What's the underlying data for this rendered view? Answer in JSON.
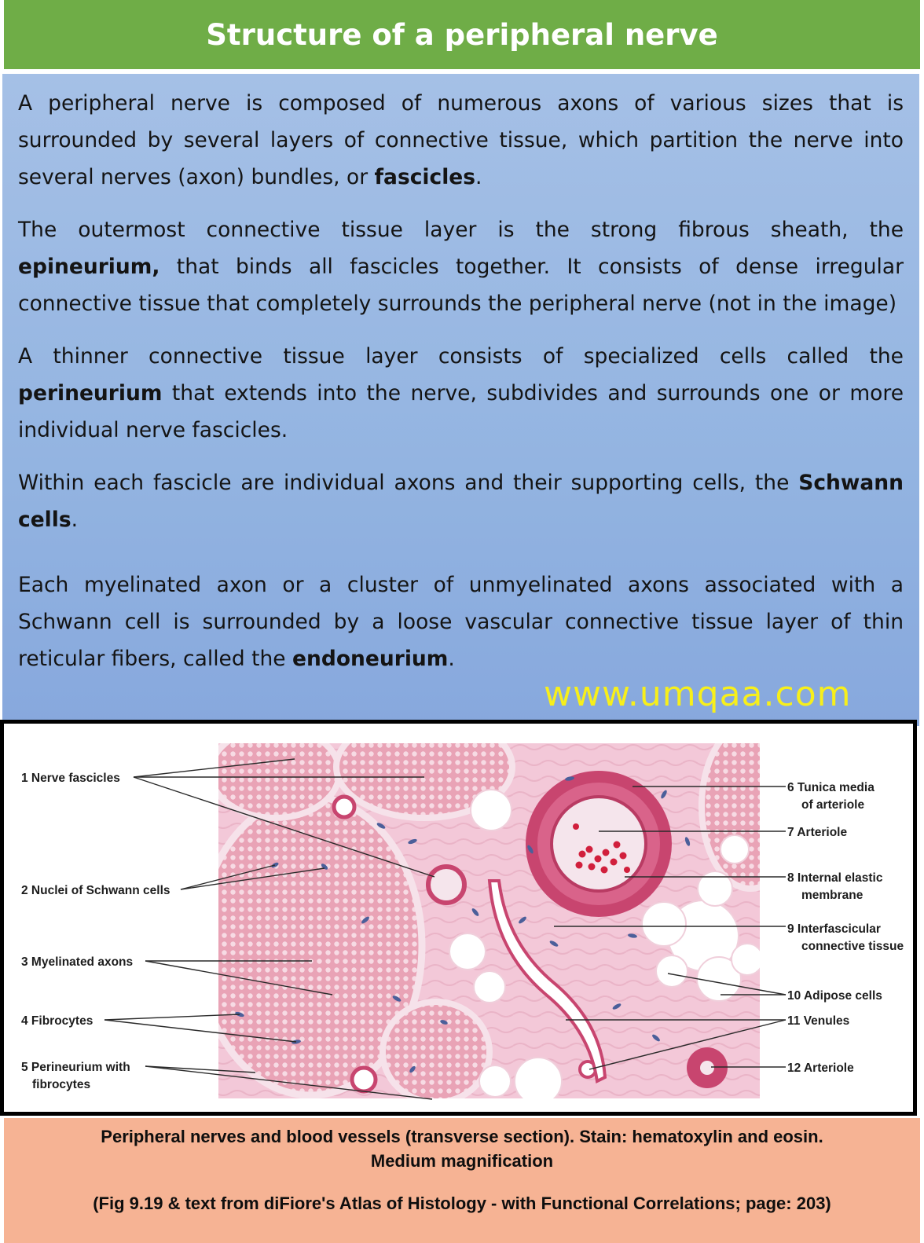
{
  "title": "Structure of a peripheral nerve",
  "paragraphs": {
    "p1": {
      "a": "A peripheral nerve is composed of numerous axons of various sizes that is surrounded by several layers of connective tissue, which partition the nerve into several nerves (axon) bundles, or ",
      "b": "fascicles",
      "c": "."
    },
    "p2": {
      "a": " The outermost connective tissue layer is the strong fibrous sheath, the ",
      "b": "epineurium,",
      "c": " that binds all fascicles together. It consists of dense irregular connective tissue that completely surrounds the peripheral nerve (not in the image)"
    },
    "p3": {
      "a": " A thinner connective tissue layer consists of specialized cells called the ",
      "b": "perineurium",
      "c": " that extends into the nerve, subdivides and surrounds one or more individual nerve fascicles."
    },
    "p4": {
      "a": " Within each fascicle are individual axons and their supporting cells, the ",
      "b": "Schwann cells",
      "c": "."
    },
    "p5": {
      "a": " Each myelinated axon or a cluster of unmyelinated axons associated with a Schwann cell is surrounded by a loose vascular connective tissue layer of thin reticular fibers, called the ",
      "b": "endoneurium",
      "c": "."
    }
  },
  "watermark": "www.umqaa.com",
  "figure": {
    "left_labels": {
      "l1": "1  Nerve fascicles",
      "l2": "2  Nuclei of Schwann cells",
      "l3": "3  Myelinated axons",
      "l4": "4  Fibrocytes",
      "l5a": "5  Perineurium with",
      "l5b": "fibrocytes"
    },
    "right_labels": {
      "r6a": "6  Tunica media",
      "r6b": "of arteriole",
      "r7": "7  Arteriole",
      "r8a": "8  Internal elastic",
      "r8b": "membrane",
      "r9a": "9  Interfascicular",
      "r9b": "connective tissue",
      "r10": "10  Adipose cells",
      "r11": "11  Venules",
      "r12": "12  Arteriole"
    },
    "colors": {
      "tissue_bg": "#f3c8d8",
      "fascicle": "#e9a3b6",
      "arteriole_wall": "#c8456f",
      "nucleus": "#4b5f9a",
      "adipose": "#ffffff",
      "blood_cell": "#d11f3c"
    }
  },
  "caption": {
    "line1": "Peripheral nerves and blood vessels (transverse section). Stain: hematoxylin and eosin.",
    "line2": "Medium magnification",
    "line3": "(Fig 9.19 & text from diFiore's Atlas of Histology - with Functional Correlations; page: 203)"
  }
}
